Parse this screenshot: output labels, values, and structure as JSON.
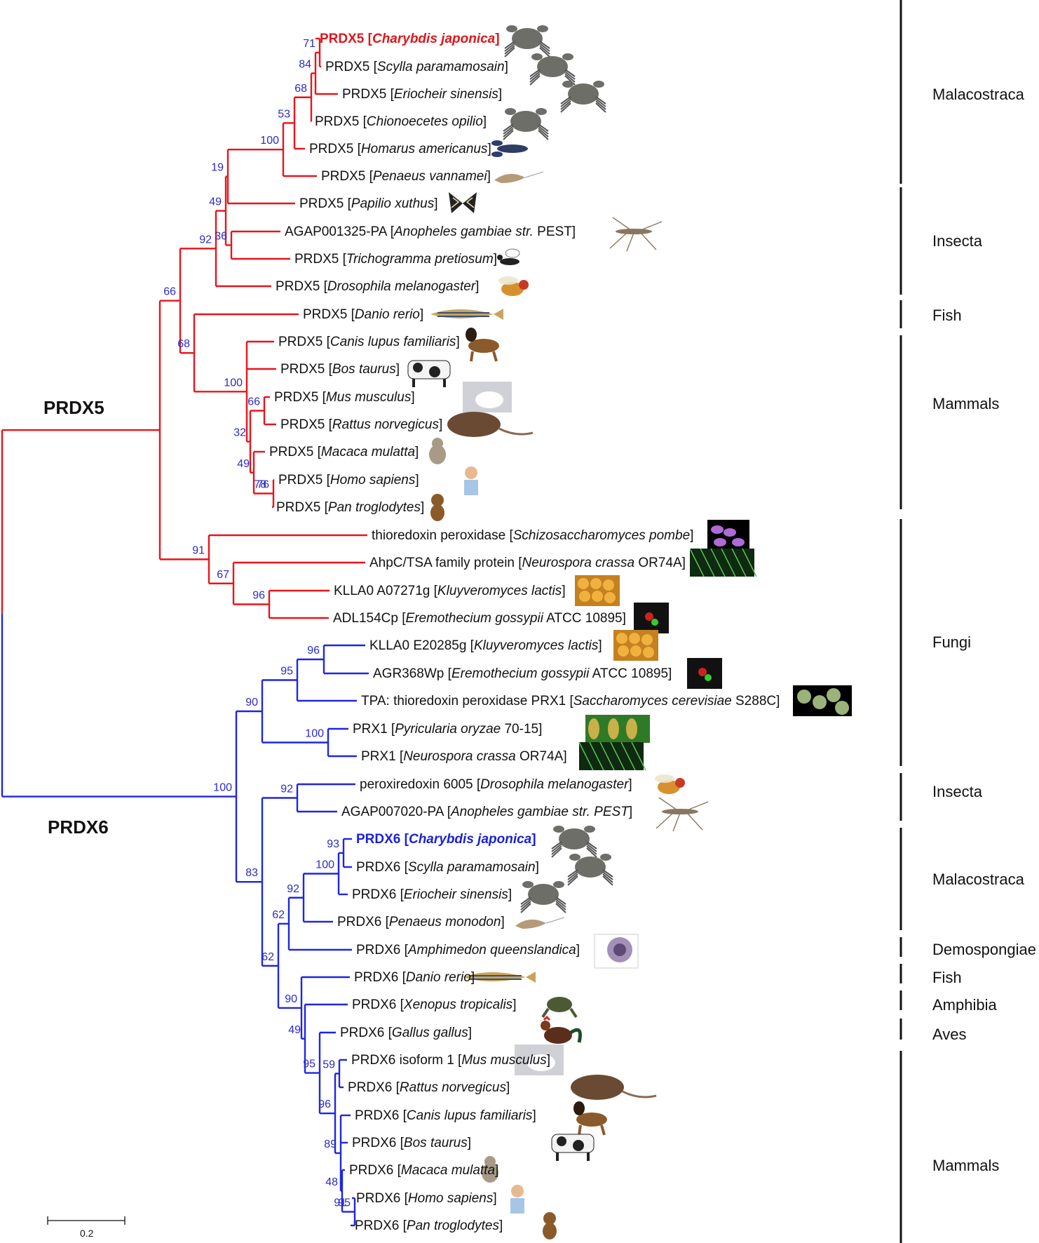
{
  "clades": {
    "prdx5": "PRDX5",
    "prdx6": "PRDX6"
  },
  "scale_bar": {
    "label": "0.2"
  },
  "colors": {
    "prdx5": "#e8141a",
    "prdx6": "#1f26e0",
    "bootstrap": "#2b2bc8"
  },
  "leaves": [
    {
      "id": "l1",
      "pre": "PRDX5 [",
      "sp": "Charybdis japonica",
      "post": "]",
      "hl": "prdx5",
      "pic": "crab"
    },
    {
      "id": "l2",
      "pre": "PRDX5 [",
      "sp": "Scylla paramamosain",
      "post": "]",
      "pic": "crab"
    },
    {
      "id": "l3",
      "pre": "PRDX5 [",
      "sp": "Eriocheir sinensis",
      "post": "]",
      "pic": "crab"
    },
    {
      "id": "l4",
      "pre": "PRDX5 [",
      "sp": "Chionoecetes opilio",
      "post": "]",
      "pic": "crab"
    },
    {
      "id": "l5",
      "pre": "PRDX5 [",
      "sp": "Homarus americanus",
      "post": "]",
      "pic": "lobster"
    },
    {
      "id": "l6",
      "pre": "PRDX5 [",
      "sp": "Penaeus vannamei",
      "post": "]",
      "pic": "shrimp"
    },
    {
      "id": "l7",
      "pre": "PRDX5 [",
      "sp": "Papilio xuthus",
      "post": "]",
      "pic": "butterfly"
    },
    {
      "id": "l8",
      "pre": "AGAP001325-PA [",
      "sp": "Anopheles gambiae str.",
      "post": " PEST]",
      "pic": "mosquito"
    },
    {
      "id": "l9",
      "pre": "PRDX5 [",
      "sp": "Trichogramma pretiosum",
      "post": "]",
      "pic": "wasp"
    },
    {
      "id": "l10",
      "pre": "PRDX5 [",
      "sp": "Drosophila melanogaster",
      "post": "]",
      "pic": "fly"
    },
    {
      "id": "l11",
      "pre": "PRDX5 [",
      "sp": "Danio rerio",
      "post": "]",
      "pic": "fish"
    },
    {
      "id": "l12",
      "pre": "PRDX5 [",
      "sp": "Canis lupus familiaris",
      "post": "]",
      "pic": "dog"
    },
    {
      "id": "l13",
      "pre": "PRDX5 [",
      "sp": "Bos taurus",
      "post": "]",
      "pic": "cow"
    },
    {
      "id": "l14",
      "pre": "PRDX5 [",
      "sp": "Mus musculus",
      "post": "]",
      "pic": "mouse"
    },
    {
      "id": "l15",
      "pre": "PRDX5 [",
      "sp": "Rattus norvegicus",
      "post": "]",
      "pic": "rat"
    },
    {
      "id": "l16",
      "pre": "PRDX5 [",
      "sp": "Macaca mulatta",
      "post": "]",
      "pic": "monkey"
    },
    {
      "id": "l17",
      "pre": "PRDX5 [",
      "sp": "Homo sapiens",
      "post": "]",
      "pic": "human"
    },
    {
      "id": "l18",
      "pre": "PRDX5 [",
      "sp": "Pan troglodytes",
      "post": "]",
      "pic": "chimp"
    },
    {
      "id": "l19",
      "pre": "thioredoxin peroxidase [",
      "sp": "Schizosaccharomyces pombe",
      "post": "]",
      "pic": "yeast-purple"
    },
    {
      "id": "l20",
      "pre": "AhpC/TSA family protein [",
      "sp": "Neurospora crassa",
      "post": " OR74A]",
      "pic": "fungus-green"
    },
    {
      "id": "l21",
      "pre": "KLLA0 A07271g [",
      "sp": "Kluyveromyces lactis",
      "post": "]",
      "pic": "yeast-orange"
    },
    {
      "id": "l22",
      "pre": "ADL154Cp [",
      "sp": "Eremothecium gossypii",
      "post": " ATCC 10895]",
      "pic": "fungus-dark"
    },
    {
      "id": "l23",
      "pre": "KLLA0 E20285g [",
      "sp": "Kluyveromyces lactis",
      "post": "]",
      "pic": "yeast-orange"
    },
    {
      "id": "l24",
      "pre": "AGR368Wp [",
      "sp": "Eremothecium gossypii",
      "post": " ATCC 10895]",
      "pic": "fungus-dark"
    },
    {
      "id": "l25",
      "pre": "TPA: thioredoxin peroxidase PRX1 [",
      "sp": "Saccharomyces cerevisiae",
      "post": " S288C]",
      "pic": "yeast-green"
    },
    {
      "id": "l26",
      "pre": "PRX1 [",
      "sp": "Pyricularia oryzae",
      "post": " 70-15]",
      "pic": "leaf"
    },
    {
      "id": "l27",
      "pre": "PRX1 [",
      "sp": "Neurospora crassa",
      "post": " OR74A]",
      "pic": "fungus-green"
    },
    {
      "id": "l28",
      "pre": "peroxiredoxin 6005 [",
      "sp": "Drosophila melanogaster",
      "post": "]",
      "pic": "fly"
    },
    {
      "id": "l29",
      "pre": "AGAP007020-PA [",
      "sp": "Anopheles gambiae str. PEST",
      "post": "]",
      "pic": "mosquito"
    },
    {
      "id": "l30",
      "pre": "PRDX6 [",
      "sp": "Charybdis japonica",
      "post": "]",
      "hl": "prdx6",
      "pic": "crab"
    },
    {
      "id": "l31",
      "pre": "PRDX6 [",
      "sp": "Scylla paramamosain",
      "post": "]",
      "pic": "crab"
    },
    {
      "id": "l32",
      "pre": "PRDX6 [",
      "sp": "Eriocheir sinensis",
      "post": "]",
      "pic": "crab"
    },
    {
      "id": "l33",
      "pre": "PRDX6 [",
      "sp": "Penaeus monodon",
      "post": "]",
      "pic": "shrimp"
    },
    {
      "id": "l34",
      "pre": "PRDX6 [",
      "sp": "Amphimedon queenslandica",
      "post": "]",
      "pic": "sponge"
    },
    {
      "id": "l35",
      "pre": "PRDX6 [",
      "sp": "Danio rerio",
      "post": "]",
      "pic": "fish"
    },
    {
      "id": "l36",
      "pre": "PRDX6 [",
      "sp": "Xenopus tropicalis",
      "post": "]",
      "pic": "frog"
    },
    {
      "id": "l37",
      "pre": "PRDX6 [",
      "sp": "Gallus gallus",
      "post": "]",
      "pic": "rooster"
    },
    {
      "id": "l38",
      "pre": "PRDX6 isoform 1 [",
      "sp": "Mus musculus",
      "post": "]",
      "pic": "mouse"
    },
    {
      "id": "l39",
      "pre": "PRDX6 [",
      "sp": "Rattus norvegicus",
      "post": "]",
      "pic": "rat"
    },
    {
      "id": "l40",
      "pre": "PRDX6 [",
      "sp": "Canis lupus familiaris",
      "post": "]",
      "pic": "dog"
    },
    {
      "id": "l41",
      "pre": "PRDX6 [",
      "sp": "Bos taurus",
      "post": "]",
      "pic": "cow"
    },
    {
      "id": "l42",
      "pre": "PRDX6 [",
      "sp": "Macaca mulatta",
      "post": "]",
      "pic": "monkey"
    },
    {
      "id": "l43",
      "pre": "PRDX6 [",
      "sp": "Homo sapiens",
      "post": "]",
      "pic": "human"
    },
    {
      "id": "l44",
      "pre": "PRDX6 [",
      "sp": "Pan troglodytes",
      "post": "]",
      "pic": "chimp"
    }
  ],
  "bootstrap": {
    "n71": "71",
    "n84": "84",
    "n68a": "68",
    "n53": "53",
    "n100a": "100",
    "n19": "19",
    "n49a": "49",
    "n36": "36",
    "n92a": "92",
    "n66a": "66",
    "n68b": "68",
    "n100b": "100",
    "n32": "32",
    "n66b": "66",
    "n49b": "49",
    "n78": "78",
    "n76": "76",
    "n91a": "91",
    "n67": "67",
    "n96a": "96",
    "n96b": "96",
    "n95a": "95",
    "n90a": "90",
    "n100c": "100",
    "n92b": "92",
    "n100d": "100",
    "n93": "93",
    "n100e": "100",
    "n92c": "92",
    "n62a": "62",
    "n83": "83",
    "n62b": "62",
    "n90b": "90",
    "n49c": "49",
    "n59": "59",
    "n95b": "95",
    "n89": "89",
    "n96c": "96",
    "n48": "48",
    "n91b": "91",
    "n95c": "95"
  },
  "groups": [
    {
      "id": "g1",
      "label": "Malacostraca"
    },
    {
      "id": "g2",
      "label": "Insecta"
    },
    {
      "id": "g3",
      "label": "Fish"
    },
    {
      "id": "g4",
      "label": "Mammals"
    },
    {
      "id": "g5",
      "label": "Fungi"
    },
    {
      "id": "g6",
      "label": "Insecta"
    },
    {
      "id": "g7",
      "label": "Malacostraca"
    },
    {
      "id": "g8",
      "label": "Demospongiae"
    },
    {
      "id": "g9",
      "label": "Fish"
    },
    {
      "id": "g10",
      "label": "Amphibia"
    },
    {
      "id": "g11",
      "label": "Aves"
    },
    {
      "id": "g12",
      "label": "Mammals"
    }
  ]
}
